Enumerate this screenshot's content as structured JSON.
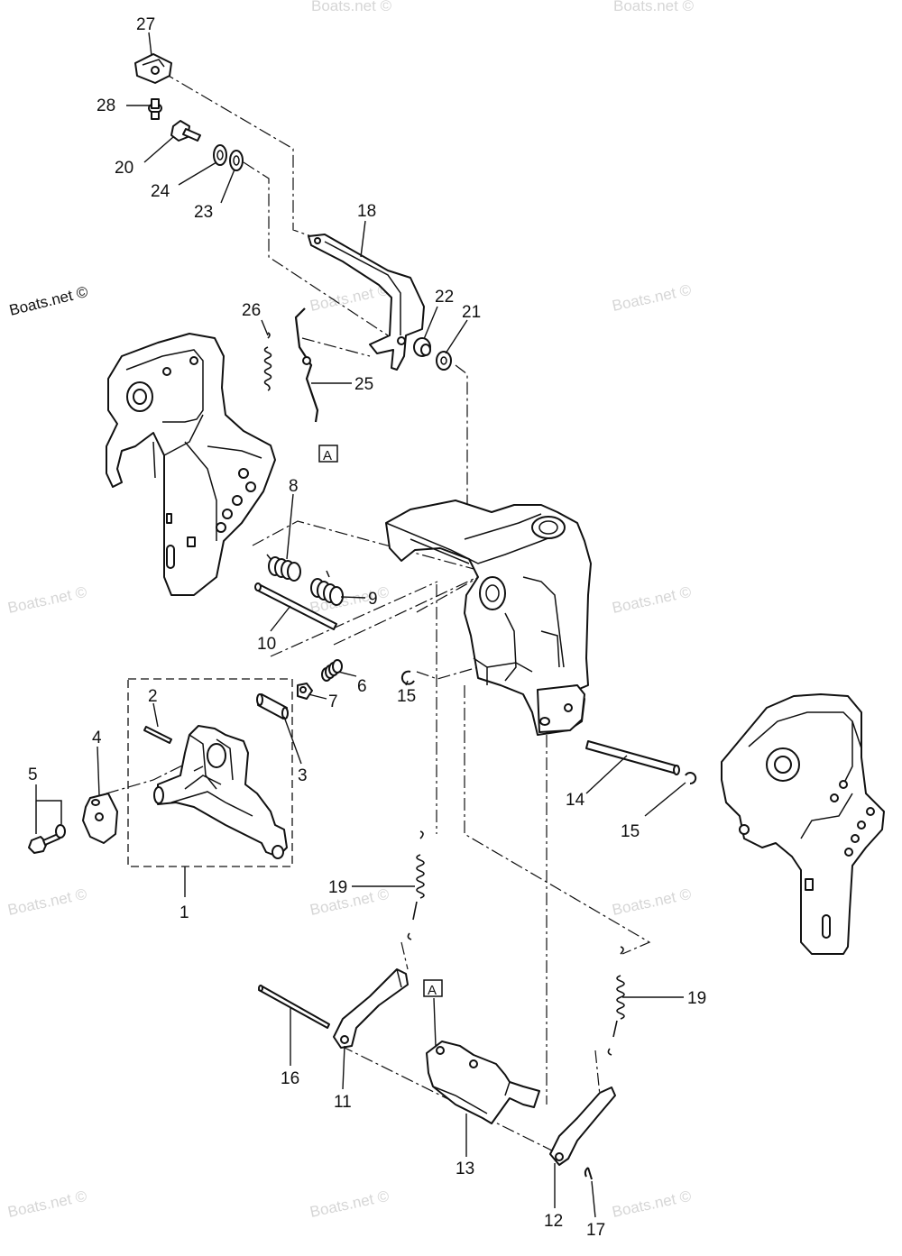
{
  "brand_text": "Boats.net ©",
  "watermark_text": "Boats.net ©",
  "reference_label": "A",
  "callouts": [
    {
      "id": "c27",
      "label": "27"
    },
    {
      "id": "c28",
      "label": "28"
    },
    {
      "id": "c20",
      "label": "20"
    },
    {
      "id": "c24",
      "label": "24"
    },
    {
      "id": "c23",
      "label": "23"
    },
    {
      "id": "c18",
      "label": "18"
    },
    {
      "id": "c26",
      "label": "26"
    },
    {
      "id": "c22",
      "label": "22"
    },
    {
      "id": "c21",
      "label": "21"
    },
    {
      "id": "c25",
      "label": "25"
    },
    {
      "id": "c8",
      "label": "8"
    },
    {
      "id": "c9",
      "label": "9"
    },
    {
      "id": "c10",
      "label": "10"
    },
    {
      "id": "c2",
      "label": "2"
    },
    {
      "id": "c4",
      "label": "4"
    },
    {
      "id": "c6",
      "label": "6"
    },
    {
      "id": "c7",
      "label": "7"
    },
    {
      "id": "c15a",
      "label": "15"
    },
    {
      "id": "c3",
      "label": "3"
    },
    {
      "id": "c5",
      "label": "5"
    },
    {
      "id": "c14",
      "label": "14"
    },
    {
      "id": "c15b",
      "label": "15"
    },
    {
      "id": "c1",
      "label": "1"
    },
    {
      "id": "c19a",
      "label": "19"
    },
    {
      "id": "c19b",
      "label": "19"
    },
    {
      "id": "c16",
      "label": "16"
    },
    {
      "id": "c11",
      "label": "11"
    },
    {
      "id": "c13",
      "label": "13"
    },
    {
      "id": "c12",
      "label": "12"
    },
    {
      "id": "c17",
      "label": "17"
    }
  ]
}
